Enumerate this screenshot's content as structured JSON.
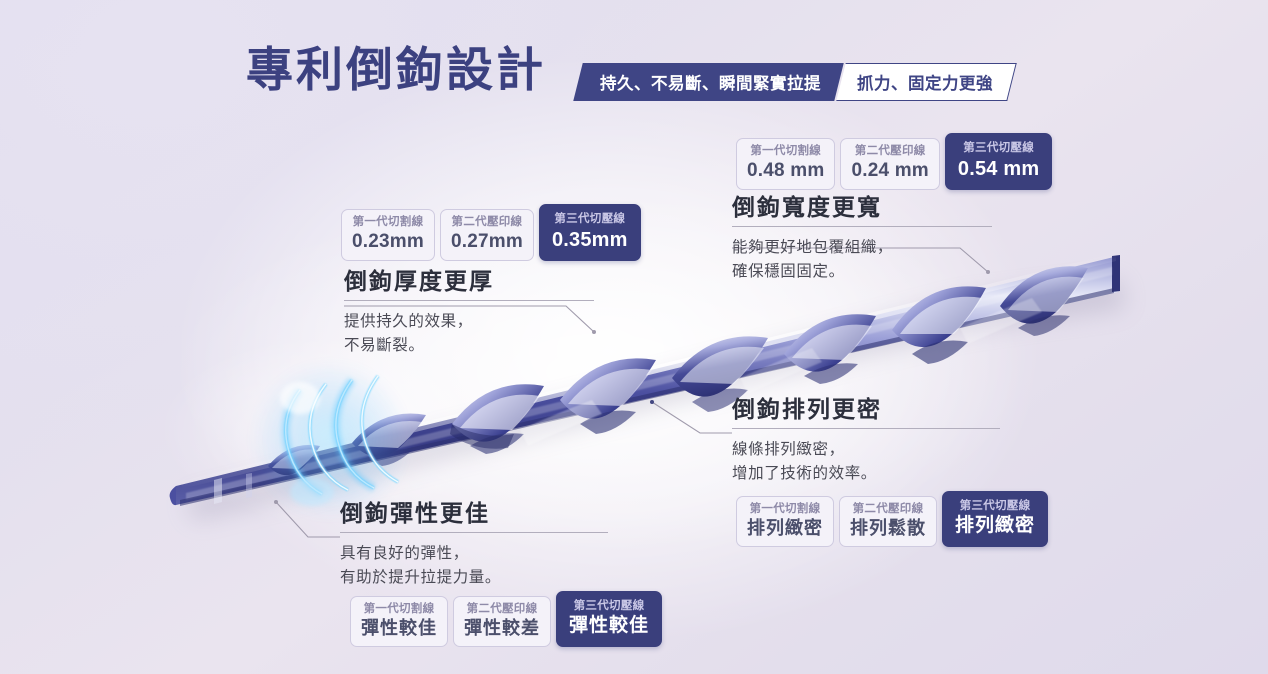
{
  "header": {
    "title": "專利倒鉤設計",
    "banner_dark": "持久、不易斷、瞬間緊實拉提",
    "banner_light": "抓力、固定力更強"
  },
  "colors": {
    "brand_navy": "#3a3f7c",
    "title_navy": "#3c4180",
    "background": "#e2def0",
    "badge_light_bg": "#f4f2f9",
    "badge_light_border": "#cfcbe0",
    "glow_cyan": "#4fc3f7"
  },
  "callouts": [
    {
      "id": "width",
      "heading": "倒鉤寬度更寬",
      "body_line1": "能夠更好地包覆組織，",
      "body_line2": "確保穩固固定。",
      "badges": [
        {
          "gen": "第一代切割線",
          "value": "0.48 mm",
          "highlight": false
        },
        {
          "gen": "第二代壓印線",
          "value": "0.24 mm",
          "highlight": false
        },
        {
          "gen": "第三代切壓線",
          "value": "0.54 mm",
          "highlight": true
        }
      ]
    },
    {
      "id": "thickness",
      "heading": "倒鉤厚度更厚",
      "body_line1": "提供持久的效果，",
      "body_line2": "不易斷裂。",
      "badges": [
        {
          "gen": "第一代切割線",
          "value": "0.23mm",
          "highlight": false
        },
        {
          "gen": "第二代壓印線",
          "value": "0.27mm",
          "highlight": false
        },
        {
          "gen": "第三代切壓線",
          "value": "0.35mm",
          "highlight": true
        }
      ]
    },
    {
      "id": "density",
      "heading": "倒鉤排列更密",
      "body_line1": "線條排列緻密，",
      "body_line2": "增加了技術的效率。",
      "badges": [
        {
          "gen": "第一代切割線",
          "value": "排列緻密",
          "highlight": false
        },
        {
          "gen": "第二代壓印線",
          "value": "排列鬆散",
          "highlight": false
        },
        {
          "gen": "第三代切壓線",
          "value": "排列緻密",
          "highlight": true
        }
      ]
    },
    {
      "id": "elasticity",
      "heading": "倒鉤彈性更佳",
      "body_line1": "具有良好的彈性，",
      "body_line2": "有助於提升拉提力量。",
      "badges": [
        {
          "gen": "第一代切割線",
          "value": "彈性較佳",
          "highlight": false
        },
        {
          "gen": "第二代壓印線",
          "value": "彈性較差",
          "highlight": false
        },
        {
          "gen": "第三代切壓線",
          "value": "彈性較佳",
          "highlight": true
        }
      ]
    }
  ]
}
